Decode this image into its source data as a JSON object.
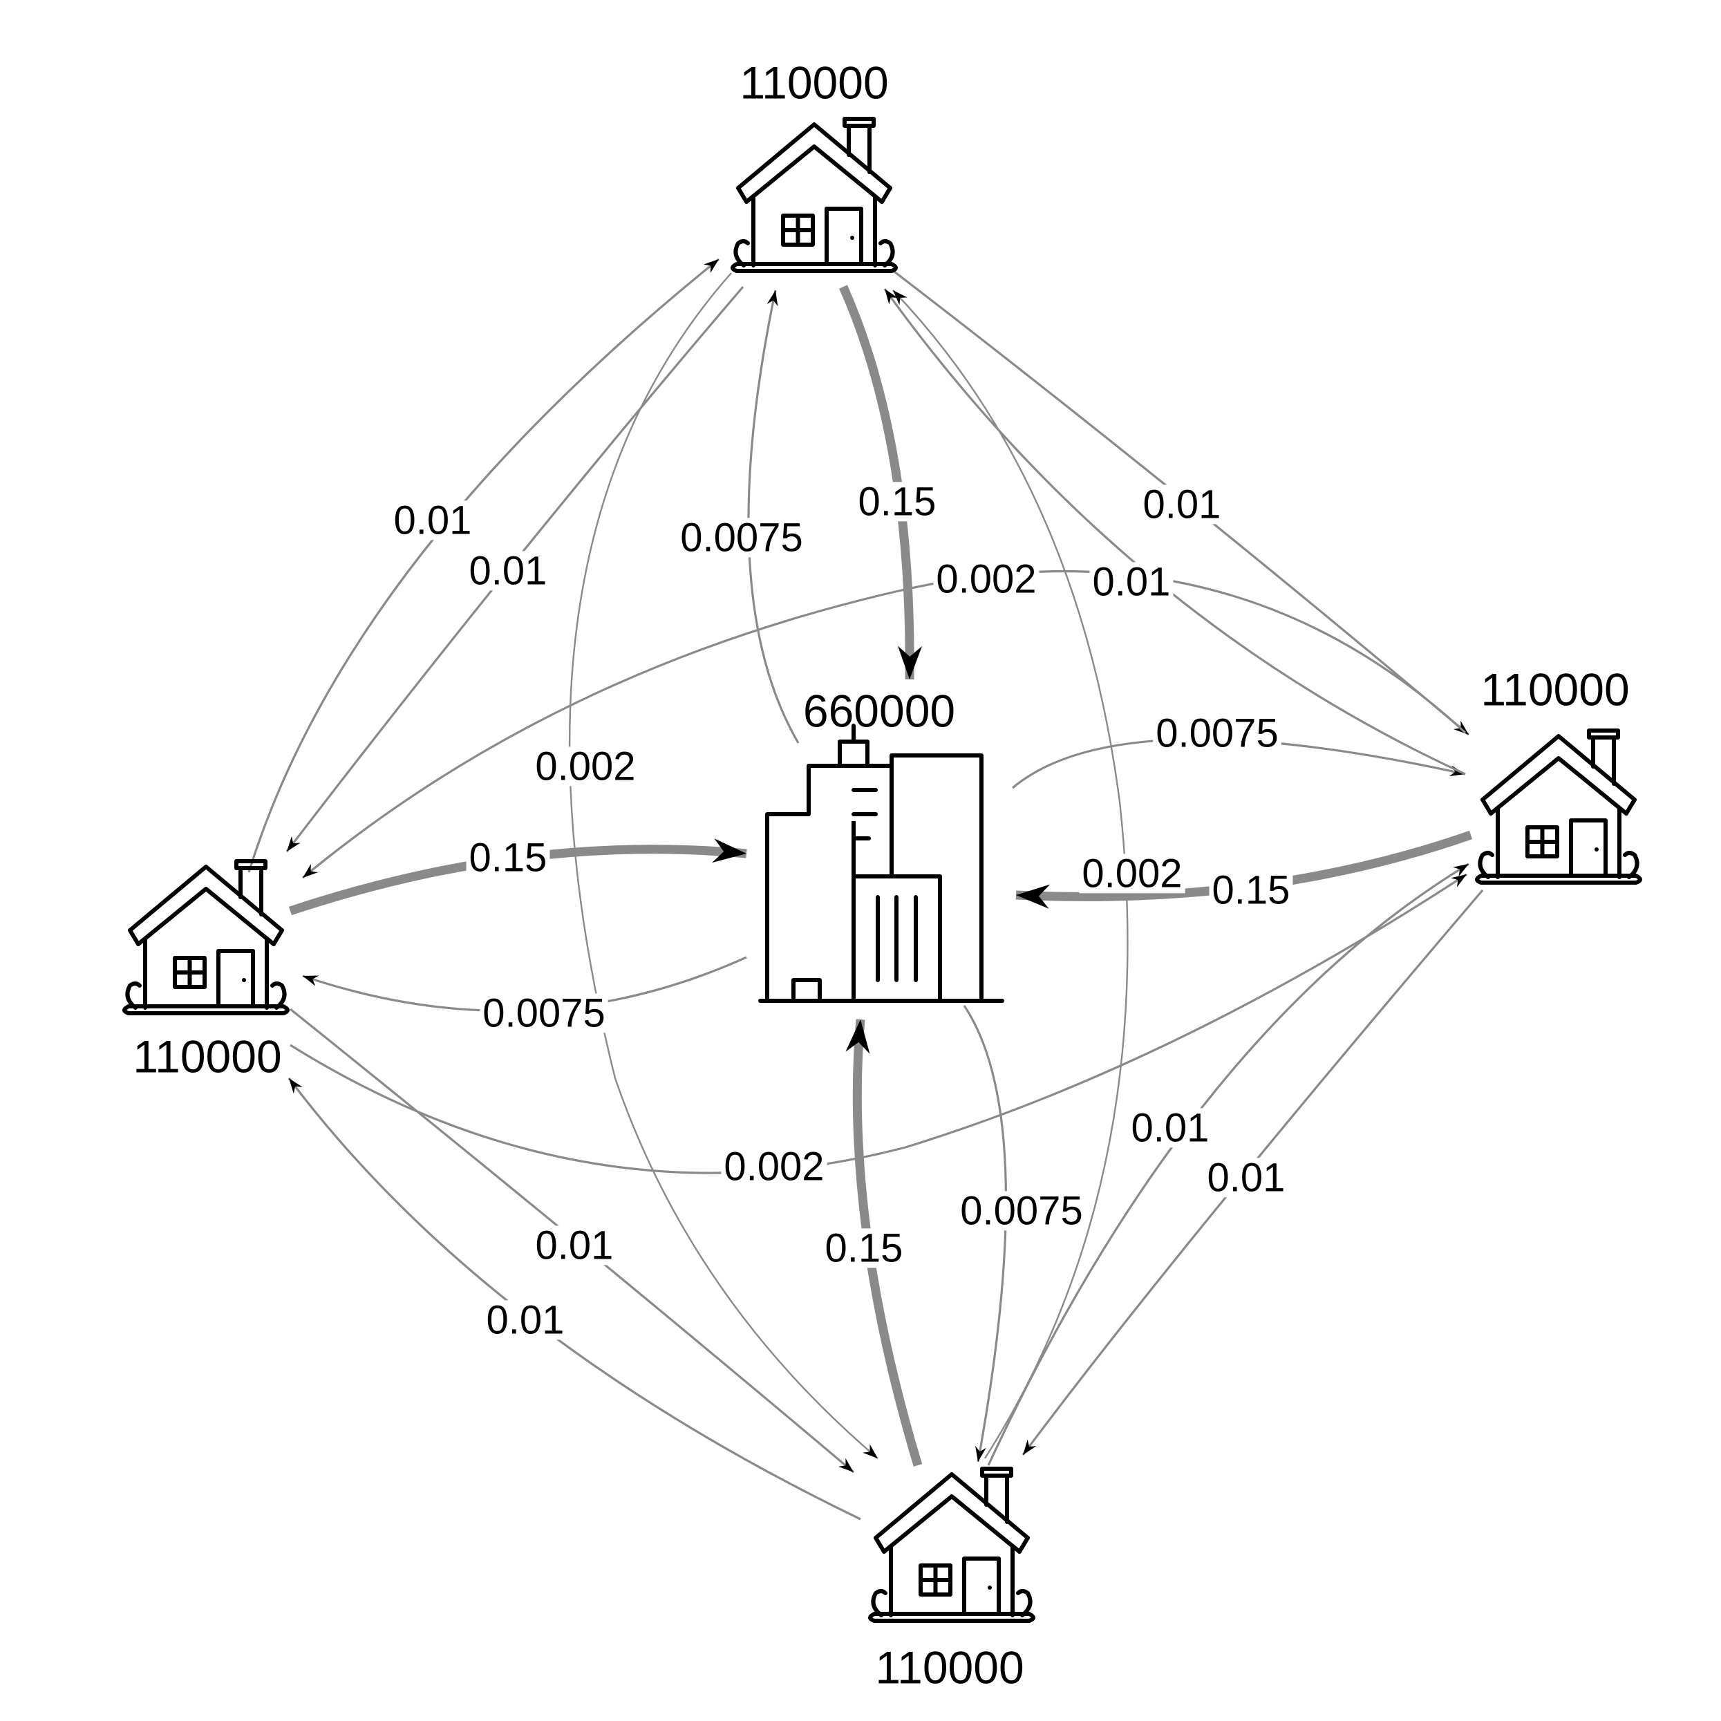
{
  "nodes": {
    "top": {
      "icon": "house-icon",
      "value": "110000"
    },
    "right": {
      "icon": "house-icon",
      "value": "110000"
    },
    "bottom": {
      "icon": "house-icon",
      "value": "110000"
    },
    "left": {
      "icon": "house-icon",
      "value": "110000"
    },
    "center": {
      "icon": "city-buildings-icon",
      "value": "660000"
    }
  },
  "edges": [
    {
      "from": "center",
      "to": "top",
      "weight": "0.0075"
    },
    {
      "from": "top",
      "to": "center",
      "weight": "0.15"
    },
    {
      "from": "center",
      "to": "right",
      "weight": "0.0075"
    },
    {
      "from": "right",
      "to": "center",
      "weight": "0.15"
    },
    {
      "from": "center",
      "to": "bottom",
      "weight": "0.0075"
    },
    {
      "from": "bottom",
      "to": "center",
      "weight": "0.15"
    },
    {
      "from": "center",
      "to": "left",
      "weight": "0.0075"
    },
    {
      "from": "left",
      "to": "center",
      "weight": "0.15"
    },
    {
      "from": "left",
      "to": "top",
      "weight": "0.01"
    },
    {
      "from": "top",
      "to": "left",
      "weight": "0.01"
    },
    {
      "from": "top",
      "to": "right",
      "weight": "0.01"
    },
    {
      "from": "right",
      "to": "top",
      "weight": "0.01"
    },
    {
      "from": "right",
      "to": "bottom",
      "weight": "0.01"
    },
    {
      "from": "bottom",
      "to": "right",
      "weight": "0.01"
    },
    {
      "from": "bottom",
      "to": "left",
      "weight": "0.01"
    },
    {
      "from": "left",
      "to": "bottom",
      "weight": "0.01"
    },
    {
      "from": "top",
      "to": "bottom",
      "weight": "0.002"
    },
    {
      "from": "bottom",
      "to": "top",
      "weight": "0.002"
    },
    {
      "from": "left",
      "to": "right",
      "weight": "0.002"
    },
    {
      "from": "right",
      "to": "left",
      "weight": "0.002"
    }
  ]
}
